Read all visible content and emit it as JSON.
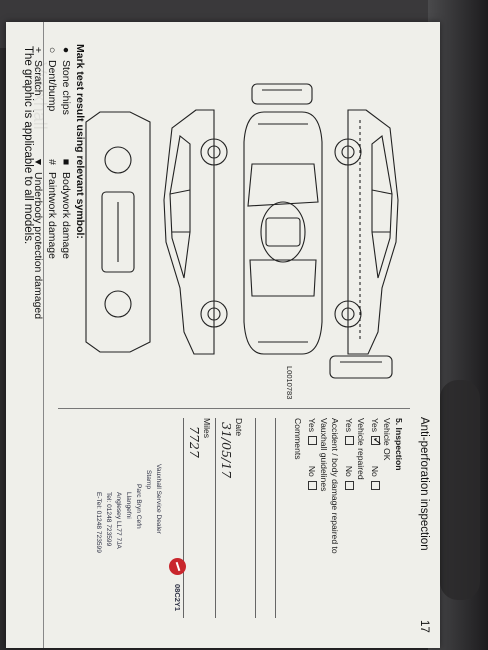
{
  "page": {
    "title": "The graphic is applicable to all models.",
    "section_title": "Anti-perforation inspection",
    "page_number": "17",
    "diagram_code": "L0010783"
  },
  "legend": {
    "title": "Mark test result using relevant symbol:",
    "items": [
      {
        "symbol": "●",
        "label": "Stone chips"
      },
      {
        "symbol": "○",
        "label": "Dent/bump"
      },
      {
        "symbol": "+",
        "label": "Scratch"
      },
      {
        "symbol": "■",
        "label": "Bodywork damage"
      },
      {
        "symbol": "#",
        "label": "Paintwork damage"
      },
      {
        "symbol": "▼",
        "label": "Underbody protection damaged"
      }
    ]
  },
  "inspection_form": {
    "heading": "5. Inspection",
    "vehicle_ok": "Vehicle OK",
    "yes": "Yes",
    "no": "No",
    "vehicle_repaired": "Vehicle repaired",
    "accident_line1": "Accident / body damage repaired to",
    "accident_line2": "Vauxhall guidelines",
    "comments": "Comments",
    "date_label": "Date",
    "date_value": "31/05/17",
    "miles_label": "Miles",
    "miles_value": "7727",
    "vehicle_ok_checked": true
  },
  "stamp": {
    "code": "08C2Y1",
    "line1": "Vauxhall Service Dealer",
    "line2": "Stamp",
    "line3": "Parc Bryn Cefn",
    "line4": "Llangefni",
    "line5": "Anglesey LL77 7JA",
    "line6": "Tel: 01248 723599",
    "line7": "E-Tel: 01248 723599"
  }
}
